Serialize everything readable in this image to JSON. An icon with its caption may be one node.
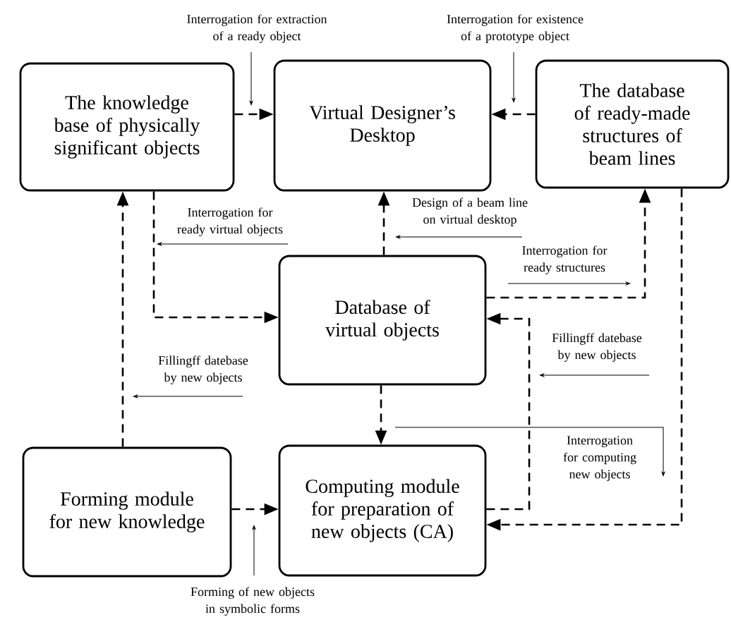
{
  "diagram": {
    "nodes": [
      {
        "text": [
          "The knowledge base of physically significant objects"
        ]
      },
      {
        "text": [
          "Virtual Designer’s Desktop"
        ]
      },
      {
        "text": [
          "The database of ready-made structures of beam lines"
        ]
      },
      {
        "text": [
          "Database of virtual objects"
        ]
      },
      {
        "text": [
          "Forming module for new knowledge"
        ]
      },
      {
        "text": [
          "Computing module for preparation of new objects (CA)"
        ]
      }
    ],
    "edges": [
      {
        "from": 0,
        "to": 1,
        "arrow": "to",
        "style": "dashed"
      },
      {
        "from": 2,
        "to": 1,
        "arrow": "to",
        "style": "dashed"
      },
      {
        "from": 3,
        "to": 1,
        "arrow": "to",
        "style": "dashed"
      },
      {
        "from": 0,
        "to": 3,
        "arrow": "to",
        "style": "dashed"
      },
      {
        "from": 4,
        "to": 0,
        "arrow": "to",
        "style": "dashed"
      },
      {
        "from": 3,
        "to": 2,
        "arrow": "to",
        "style": "dashed"
      },
      {
        "from": 2,
        "to": 5,
        "arrow": "to",
        "style": "dashed"
      },
      {
        "from": 5,
        "to": 3,
        "arrow": "to",
        "style": "dashed"
      },
      {
        "from": 3,
        "to": 5,
        "arrow": "to",
        "style": "dashed"
      },
      {
        "from": 4,
        "to": 5,
        "arrow": "to",
        "style": "dashed"
      }
    ],
    "labels": [
      "Interrogation for extraction of a ready object",
      "Interrogation for existence of a prototype object",
      "Interrogation for ready virtual objects",
      "Design of a beam line on virtual desktop",
      "Interrogation for ready structures",
      "Fillingff datebase by new objects",
      "Fillingff datebase by new objects",
      "Interrogation for computing new objects",
      "Forming of new objects in symbolic forms"
    ]
  }
}
